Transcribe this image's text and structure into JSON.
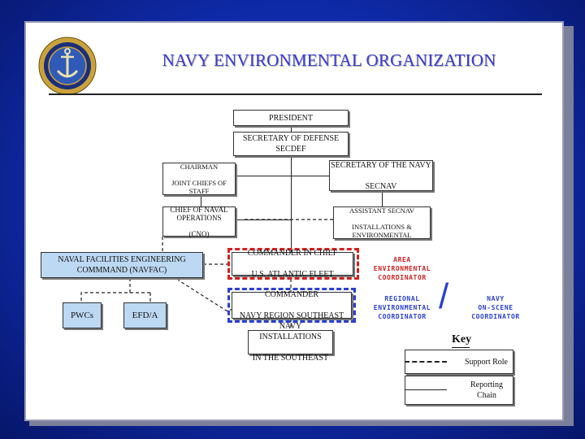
{
  "title": "NAVY ENVIRONMENTAL ORGANIZATION",
  "nodes": {
    "president": "PRESIDENT",
    "secdef": "SECRETARY OF DEFENSE\nSECDEF",
    "chairman": "CHAIRMAN\n\nJOINT CHIEFS OF\nSTAFF",
    "secnav": "SECRETARY OF THE NAVY\n\nSECNAV",
    "cno": "CHIEF OF NAVAL\nOPERATIONS\n\n(CNO)",
    "asn": "ASSISTANT SECNAV\n\nINSTALLATIONS &\nENVIRONMENTAL",
    "navfac": "NAVAL FACILITIES ENGINEERING\nCOMMMAND (NAVFAC)",
    "pwcs": "PWCs",
    "efda": "EFD/A",
    "cinclant": "COMMANDER IN CHIEF\n\nU.S. ATLANTIC FLEET",
    "cnrse": "COMMANDER\n\nNAVY REGION SOUTHEAST",
    "installations": "NAVY INSTALLATIONS\n\nIN THE SOUTHEAST"
  },
  "coordinators": {
    "area": "AREA\nENVIRONMENTAL\nCOORDINATOR",
    "regional": "REGIONAL\nENVIRONMENTAL\nCOORDINATOR",
    "osc": "NAVY\nON-SCENE\nCOORDINATOR",
    "slash": "/"
  },
  "key": {
    "title": "Key",
    "support": "Support Role",
    "reporting": "Reporting\nChain"
  },
  "colors": {
    "title": "#3a3ad6",
    "area_highlight": "#d42020",
    "region_highlight": "#2a3fd2",
    "blue_box": "#bcd8f2"
  },
  "icons": [
    "navy-seal-icon",
    "slash-icon"
  ]
}
